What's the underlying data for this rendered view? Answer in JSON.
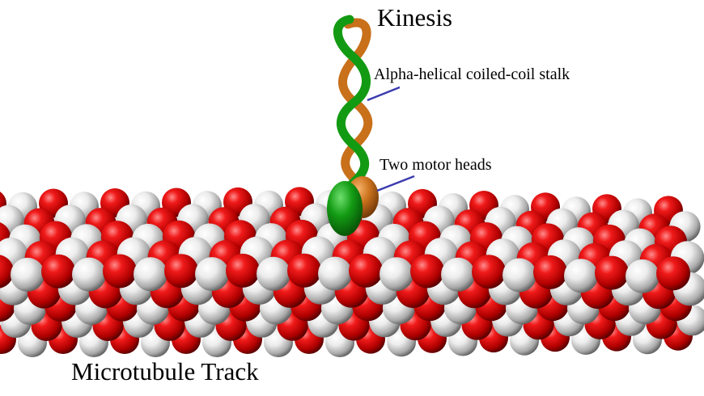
{
  "labels": {
    "title": "Kinesis",
    "stalk": "Alpha-helical coiled-coil stalk",
    "heads": "Two motor heads",
    "track": "Microtubule Track"
  },
  "colors": {
    "background": "#ffffff",
    "tubulin_red": "#e00000",
    "tubulin_white": "#e6e6e6",
    "strand_green": "#139a13",
    "strand_orange": "#c8701a",
    "pointer_line": "#3b3bb0"
  }
}
